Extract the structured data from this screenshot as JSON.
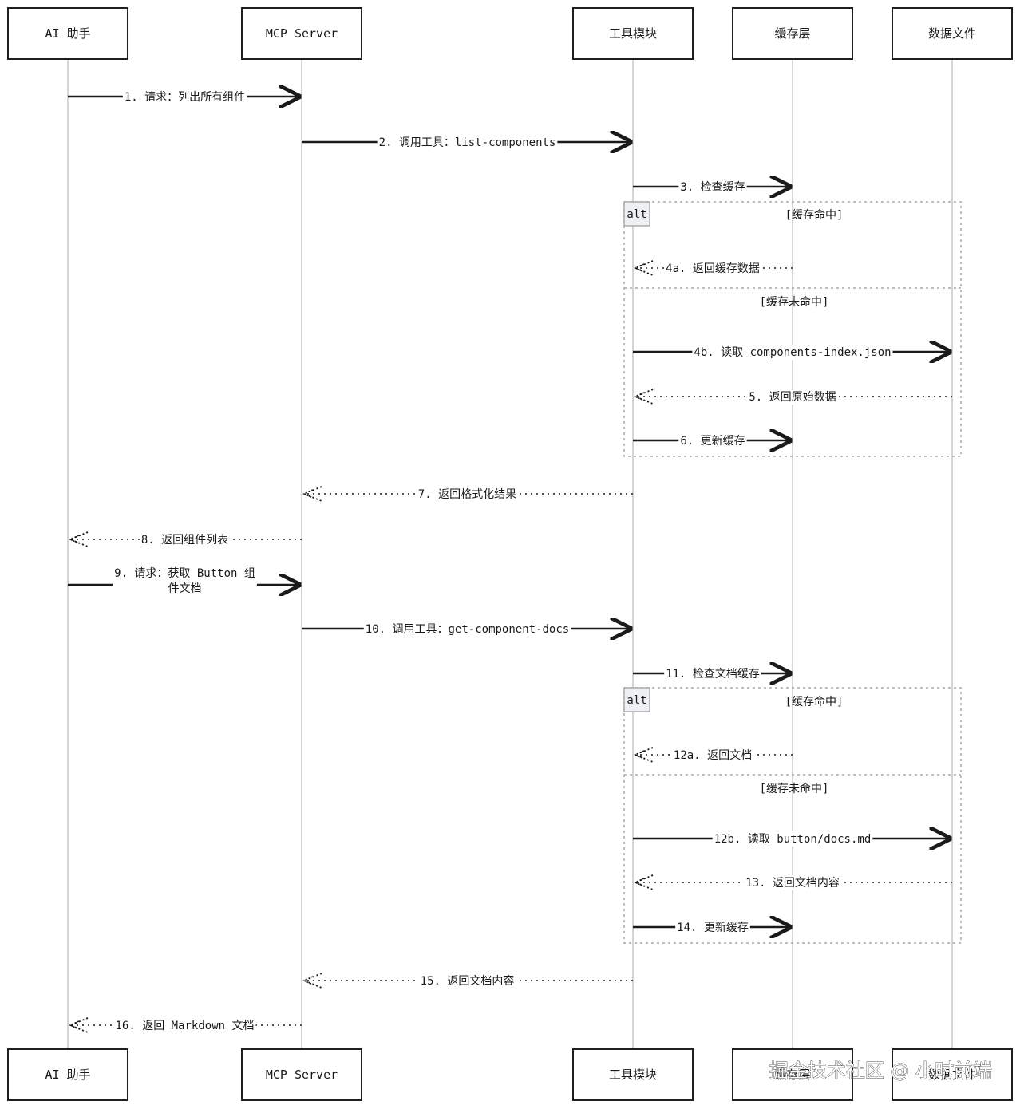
{
  "participants": [
    {
      "id": "ai",
      "label": "AI 助手"
    },
    {
      "id": "mcp",
      "label": "MCP Server"
    },
    {
      "id": "tool",
      "label": "工具模块"
    },
    {
      "id": "cache",
      "label": "缓存层"
    },
    {
      "id": "data",
      "label": "数据文件"
    }
  ],
  "messages": [
    {
      "from": "ai",
      "to": "mcp",
      "style": "solid",
      "lines": [
        "1. 请求：列出所有组件"
      ]
    },
    {
      "from": "mcp",
      "to": "tool",
      "style": "solid",
      "lines": [
        "2. 调用工具：list-components"
      ]
    },
    {
      "from": "tool",
      "to": "cache",
      "style": "solid",
      "lines": [
        "3. 检查缓存"
      ]
    },
    {
      "from": "cache",
      "to": "tool",
      "style": "dotted",
      "lines": [
        "4a. 返回缓存数据"
      ]
    },
    {
      "from": "tool",
      "to": "data",
      "style": "solid",
      "lines": [
        "4b. 读取 components-index.json"
      ]
    },
    {
      "from": "data",
      "to": "tool",
      "style": "dotted",
      "lines": [
        "5. 返回原始数据"
      ]
    },
    {
      "from": "tool",
      "to": "cache",
      "style": "solid",
      "lines": [
        "6. 更新缓存"
      ]
    },
    {
      "from": "tool",
      "to": "mcp",
      "style": "dotted",
      "lines": [
        "7. 返回格式化结果"
      ]
    },
    {
      "from": "mcp",
      "to": "ai",
      "style": "dotted",
      "lines": [
        "8. 返回组件列表"
      ]
    },
    {
      "from": "ai",
      "to": "mcp",
      "style": "solid",
      "lines": [
        "9. 请求：获取 Button 组",
        "件文档"
      ]
    },
    {
      "from": "mcp",
      "to": "tool",
      "style": "solid",
      "lines": [
        "10. 调用工具：get-component-docs"
      ]
    },
    {
      "from": "tool",
      "to": "cache",
      "style": "solid",
      "lines": [
        "11. 检查文档缓存"
      ]
    },
    {
      "from": "cache",
      "to": "tool",
      "style": "dotted",
      "lines": [
        "12a. 返回文档"
      ]
    },
    {
      "from": "tool",
      "to": "data",
      "style": "solid",
      "lines": [
        "12b. 读取 button/docs.md"
      ]
    },
    {
      "from": "data",
      "to": "tool",
      "style": "dotted",
      "lines": [
        "13. 返回文档内容"
      ]
    },
    {
      "from": "tool",
      "to": "cache",
      "style": "solid",
      "lines": [
        "14. 更新缓存"
      ]
    },
    {
      "from": "tool",
      "to": "mcp",
      "style": "dotted",
      "lines": [
        "15. 返回文档内容"
      ]
    },
    {
      "from": "mcp",
      "to": "ai",
      "style": "dotted",
      "lines": [
        "16. 返回 Markdown 文档"
      ]
    }
  ],
  "alt_blocks": [
    {
      "tag": "alt",
      "conditions": [
        "[缓存命中]",
        "[缓存未命中]"
      ]
    },
    {
      "tag": "alt",
      "conditions": [
        "[缓存命中]",
        "[缓存未命中]"
      ]
    }
  ],
  "watermark": "掘金技术社区 @ 小时前端"
}
